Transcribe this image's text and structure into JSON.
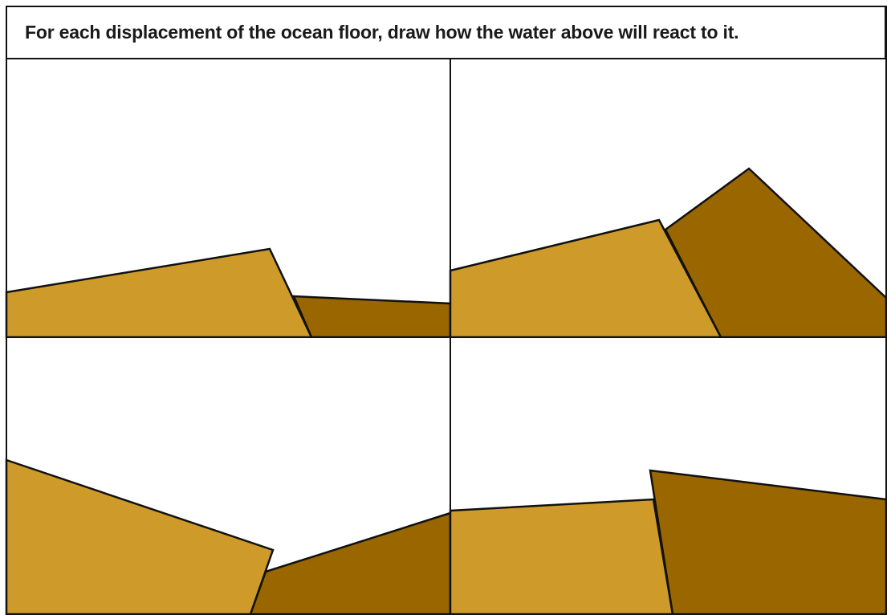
{
  "instruction": "For each displacement of the ocean floor, draw how the water above will react to it.",
  "colors": {
    "raised_block": "#CE9B2B",
    "lowered_block": "#996600",
    "outline": "#111111",
    "background": "#FFFFFF"
  },
  "panels": [
    {
      "id": "top-left",
      "row": 1,
      "column": 1
    },
    {
      "id": "top-right",
      "row": 1,
      "column": 2
    },
    {
      "id": "bottom-left",
      "row": 2,
      "column": 1
    },
    {
      "id": "bottom-right",
      "row": 2,
      "column": 2
    }
  ]
}
